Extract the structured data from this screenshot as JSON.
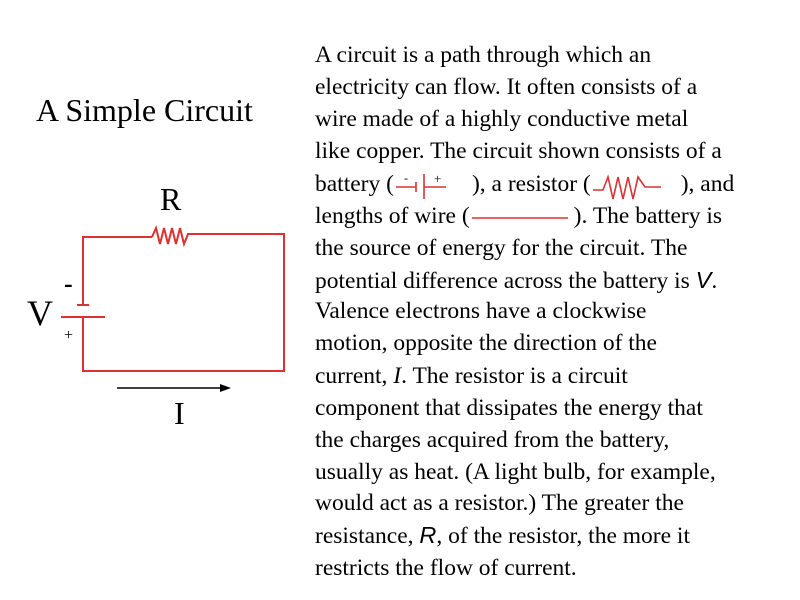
{
  "title": "A Simple Circuit",
  "diagram": {
    "resistor_label": "R",
    "voltage_label": "V",
    "neg_sign": "-",
    "pos_sign": "+",
    "current_label": "I",
    "wire_color": "#e03030"
  },
  "paragraph": {
    "l1": "A circuit is a path through which an",
    "l2": "electricity can flow. It often consists of a",
    "l3": "wire made of a highly conductive metal",
    "l4": "like copper. The circuit shown consists of a",
    "l5a": " battery (",
    "l5b": "), a resistor (",
    "l5c": "), and",
    "l6a": "lengths of  wire (",
    "l6b": "). The battery is",
    "l7": "the source of energy for the circuit. The",
    "l8a": "potential difference across the battery is ",
    "l8v": "V",
    "l8b": ".",
    "l9": " Valence electrons have a clockwise",
    "l10": "motion, opposite the direction of the",
    "l11a": "current, ",
    "l11i": "I",
    "l11b": ".  The resistor is a circuit",
    "l12": "component that dissipates the energy that",
    "l13": "the charges acquired from the battery,",
    "l14": "usually as heat. (A light bulb, for example,",
    "l15": "would act as a resistor.) The greater the",
    "l16a": "resistance, ",
    "l16r": "R",
    "l16b": ", of the resistor, the more it",
    "l17": "restricts the flow of current."
  }
}
